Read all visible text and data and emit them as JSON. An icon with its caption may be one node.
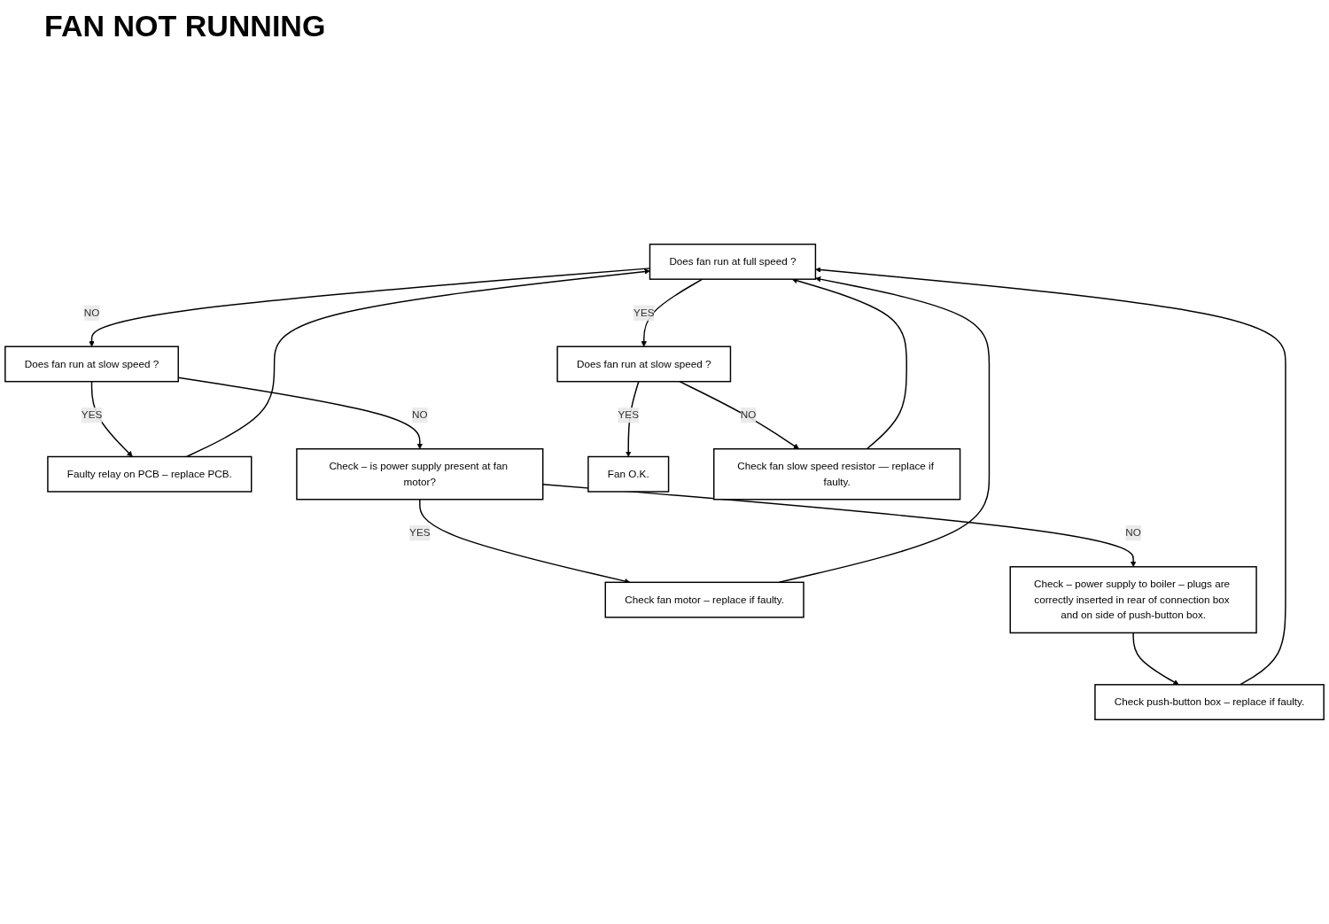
{
  "diagram": {
    "title": "FAN NOT RUNNING",
    "nodes": [
      {
        "text": [
          "Does fan run at full speed ?"
        ]
      },
      {
        "text": [
          "Does fan run at slow speed ?"
        ]
      },
      {
        "text": [
          "Faulty relay on PCB – replace PCB."
        ]
      },
      {
        "text": [
          "Check – is power supply present at fan motor?"
        ]
      },
      {
        "text": [
          "Check fan motor – replace if faulty."
        ]
      },
      {
        "text": [
          "Check – power supply to boiler – plugs are correctly inserted in rear of connection box and on side of push-button box."
        ]
      },
      {
        "text": [
          "Check push-button box – replace if faulty."
        ]
      },
      {
        "text": [
          "Does fan run at slow speed ?"
        ]
      },
      {
        "text": [
          "Fan O.K."
        ]
      },
      {
        "text": [
          "Check fan slow speed resistor — replace if faulty."
        ]
      }
    ],
    "edges": [
      {
        "from": 0,
        "to": 1,
        "label": "NO",
        "arrow": "to"
      },
      {
        "from": 1,
        "to": 2,
        "label": "YES",
        "arrow": "to"
      },
      {
        "from": 1,
        "to": 3,
        "label": "NO",
        "arrow": "to"
      },
      {
        "from": 3,
        "to": 4,
        "label": "YES",
        "arrow": "to"
      },
      {
        "from": 3,
        "to": 5,
        "label": "NO",
        "arrow": "to"
      },
      {
        "from": 5,
        "to": 6,
        "arrow": "to"
      },
      {
        "from": 0,
        "to": 7,
        "label": "YES",
        "arrow": "to"
      },
      {
        "from": 7,
        "to": 8,
        "label": "YES",
        "arrow": "to"
      },
      {
        "from": 7,
        "to": 9,
        "label": "NO",
        "arrow": "to"
      },
      {
        "from": 2,
        "to": 0,
        "arrow": "to"
      },
      {
        "from": 4,
        "to": 0,
        "arrow": "to"
      },
      {
        "from": 6,
        "to": 0,
        "arrow": "to"
      },
      {
        "from": 9,
        "to": 0,
        "arrow": "to"
      }
    ]
  }
}
